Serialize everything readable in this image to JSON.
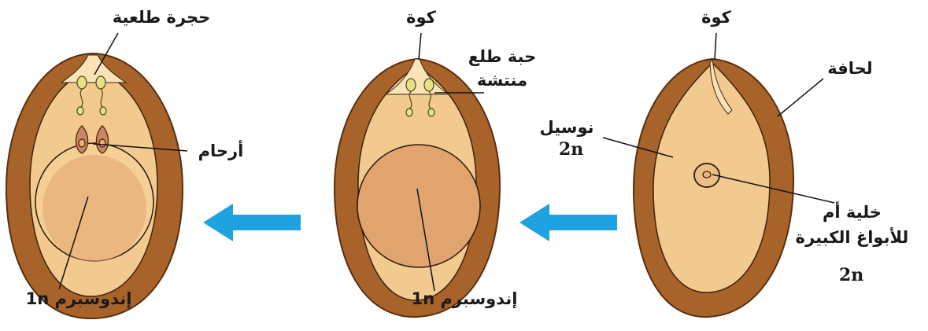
{
  "colors": {
    "integument": "#A8632A",
    "integument_dark": "#6E3A12",
    "nucellus": "#F2C98E",
    "endosperm": "#E2A46F",
    "micropyle_light": "#FBE3B8",
    "arrow": "#1FA3E0",
    "archegonium": "#C98766",
    "pollen": "#E7E08A"
  },
  "stages": [
    {
      "labels": {
        "micropyle": "كوة",
        "integument": "لحافة",
        "nucellus_line1": "نوسيل",
        "nucellus_line2": "2n",
        "mother_cell_line1": "خلية أم",
        "mother_cell_line2": "للأبواغ الكبيرة",
        "mother_cell_line3": "2n"
      }
    },
    {
      "labels": {
        "micropyle": "كوة",
        "pollen_line1": "حبة طلع",
        "pollen_line2": "منتشة",
        "endosperm": "إندوسبرم 1n"
      }
    },
    {
      "labels": {
        "pollen_chamber": "حجرة طلعية",
        "archegonia": "أرحام",
        "endosperm": "إندوسبرم 1n"
      }
    }
  ],
  "arrows": [
    {
      "direction": "left",
      "icon": "arrow-left-icon"
    },
    {
      "direction": "left",
      "icon": "arrow-left-icon"
    }
  ]
}
